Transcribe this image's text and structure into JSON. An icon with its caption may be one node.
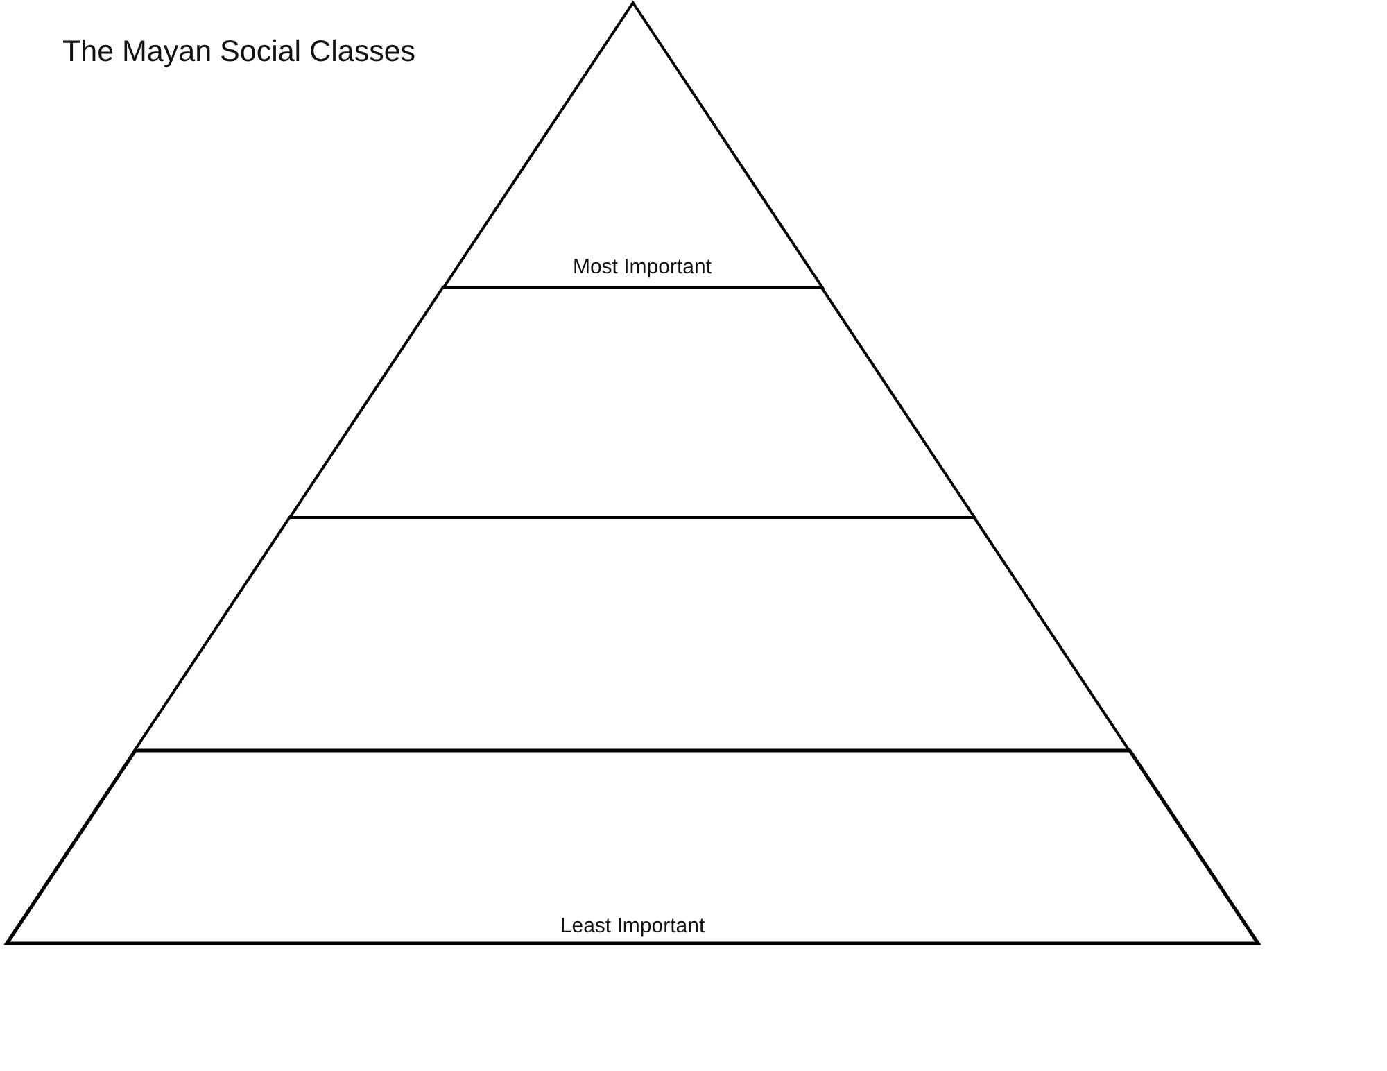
{
  "diagram": {
    "title": "The Mayan Social Classes",
    "nodes": [
      {
        "text": [
          "Most Important"
        ]
      },
      {
        "text": [],
        "shape": "band"
      },
      {
        "text": [],
        "shape": "band"
      },
      {
        "text": [
          "Least Important"
        ]
      }
    ]
  }
}
